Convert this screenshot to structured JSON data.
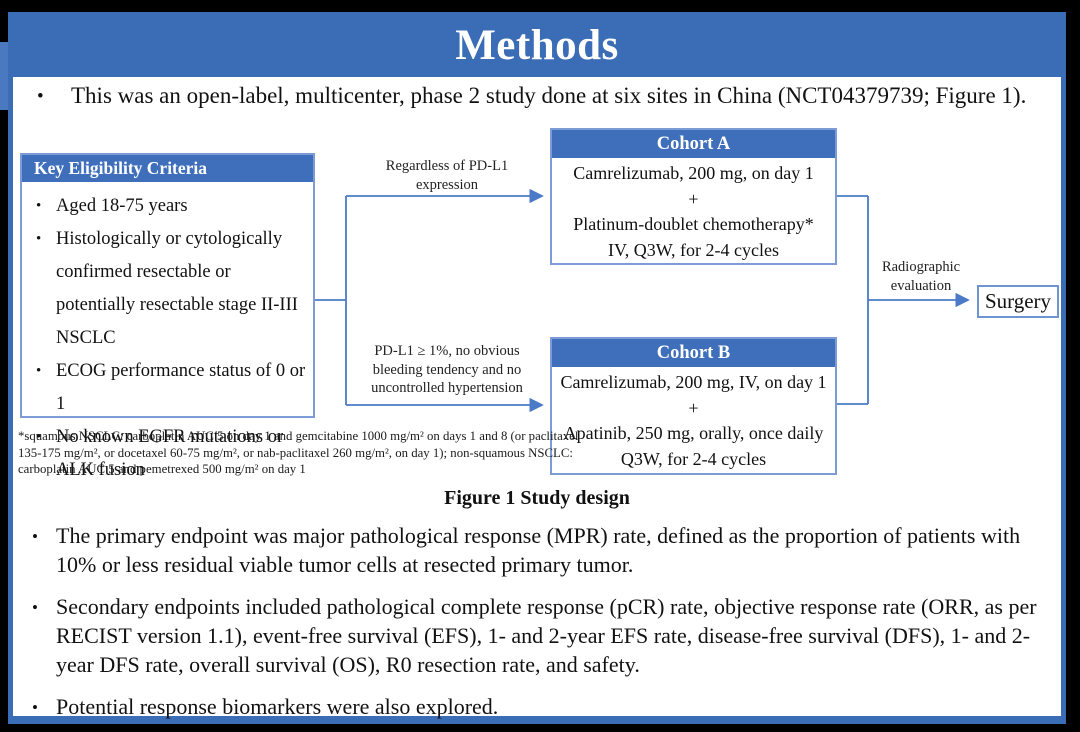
{
  "title": "Methods",
  "intro_bullet": "This was an open-label, multicenter, phase 2 study done at six sites in China (NCT04379739; Figure 1).",
  "figure": {
    "eligibility": {
      "header": "Key  Eligibility Criteria",
      "items": [
        "Aged 18-75 years",
        "Histologically or cytologically confirmed resectable or potentially resectable stage II-III NSCLC",
        "ECOG performance status of 0 or 1",
        "No known EGFR mutations or ALK fusion"
      ]
    },
    "branch_top_label": {
      "line1": "Regardless  of PD-L1",
      "line2": "expression"
    },
    "branch_bottom_label": {
      "line1": "PD-L1 ≥ 1%, no obvious",
      "line2": "bleeding tendency and no",
      "line3": "uncontrolled hypertension"
    },
    "cohort_a": {
      "header": "Cohort A",
      "line1": "Camrelizumab, 200 mg, on day 1",
      "line2": "+",
      "line3": "Platinum-doublet chemotherapy*",
      "line4": "IV, Q3W, for 2-4 cycles"
    },
    "cohort_b": {
      "header": "Cohort B",
      "line1": "Camrelizumab, 200 mg, IV, on day 1",
      "line2": "+",
      "line3": "Apatinib, 250 mg, orally, once daily",
      "line4": "Q3W, for 2-4 cycles"
    },
    "radiographic_label": {
      "line1": "Radiographic",
      "line2": "evaluation"
    },
    "surgery_label": "Surgery",
    "footnote": "*squamous NSCLC: carboplatin AUC 5 on day 1 and gemcitabine 1000 mg/m² on days 1 and 8 (or paclitaxel 135-175 mg/m², or docetaxel 60-75 mg/m², or nab-paclitaxel 260 mg/m², on day 1); non-squamous NSCLC: carboplatin AUC 5 and pemetrexed 500 mg/m² on day 1",
    "caption": "Figure 1 Study design"
  },
  "endpoint_bullets": [
    "The primary endpoint was major pathological response (MPR) rate, defined as the proportion of patients with 10% or less residual viable tumor cells at resected primary tumor.",
    "Secondary endpoints included pathological complete response (pCR) rate, objective response rate (ORR, as per RECIST version 1.1), event-free survival (EFS), 1- and 2-year EFS rate, disease-free survival (DFS), 1- and 2-year DFS rate, overall survival (OS), R0 resection rate, and safety.",
    "Potential response biomarkers were also explored."
  ],
  "colors": {
    "accent_blue": "#3b6db6",
    "header_blue": "#3f6fba",
    "box_border_blue": "#7d9cd6",
    "connector_blue": "#4b7ac8"
  }
}
